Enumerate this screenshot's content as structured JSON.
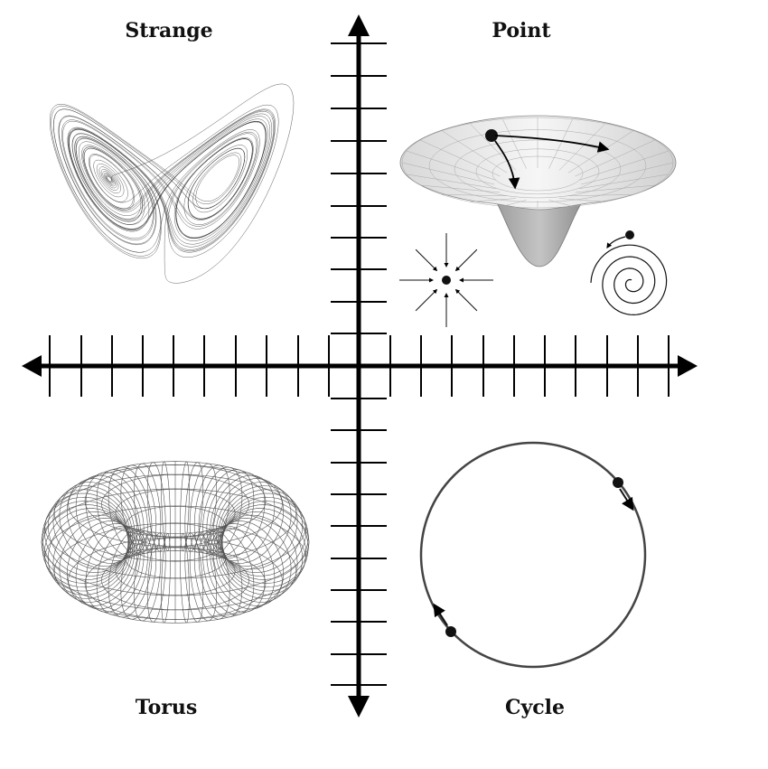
{
  "labels": {
    "top_left": "Strange",
    "top_right": "Point",
    "bottom_left": "Torus",
    "bottom_right": "Cycle"
  },
  "colors": {
    "axis": "#000000",
    "curve": "#555555",
    "surface": "#9a9a9a",
    "text": "#111111"
  }
}
